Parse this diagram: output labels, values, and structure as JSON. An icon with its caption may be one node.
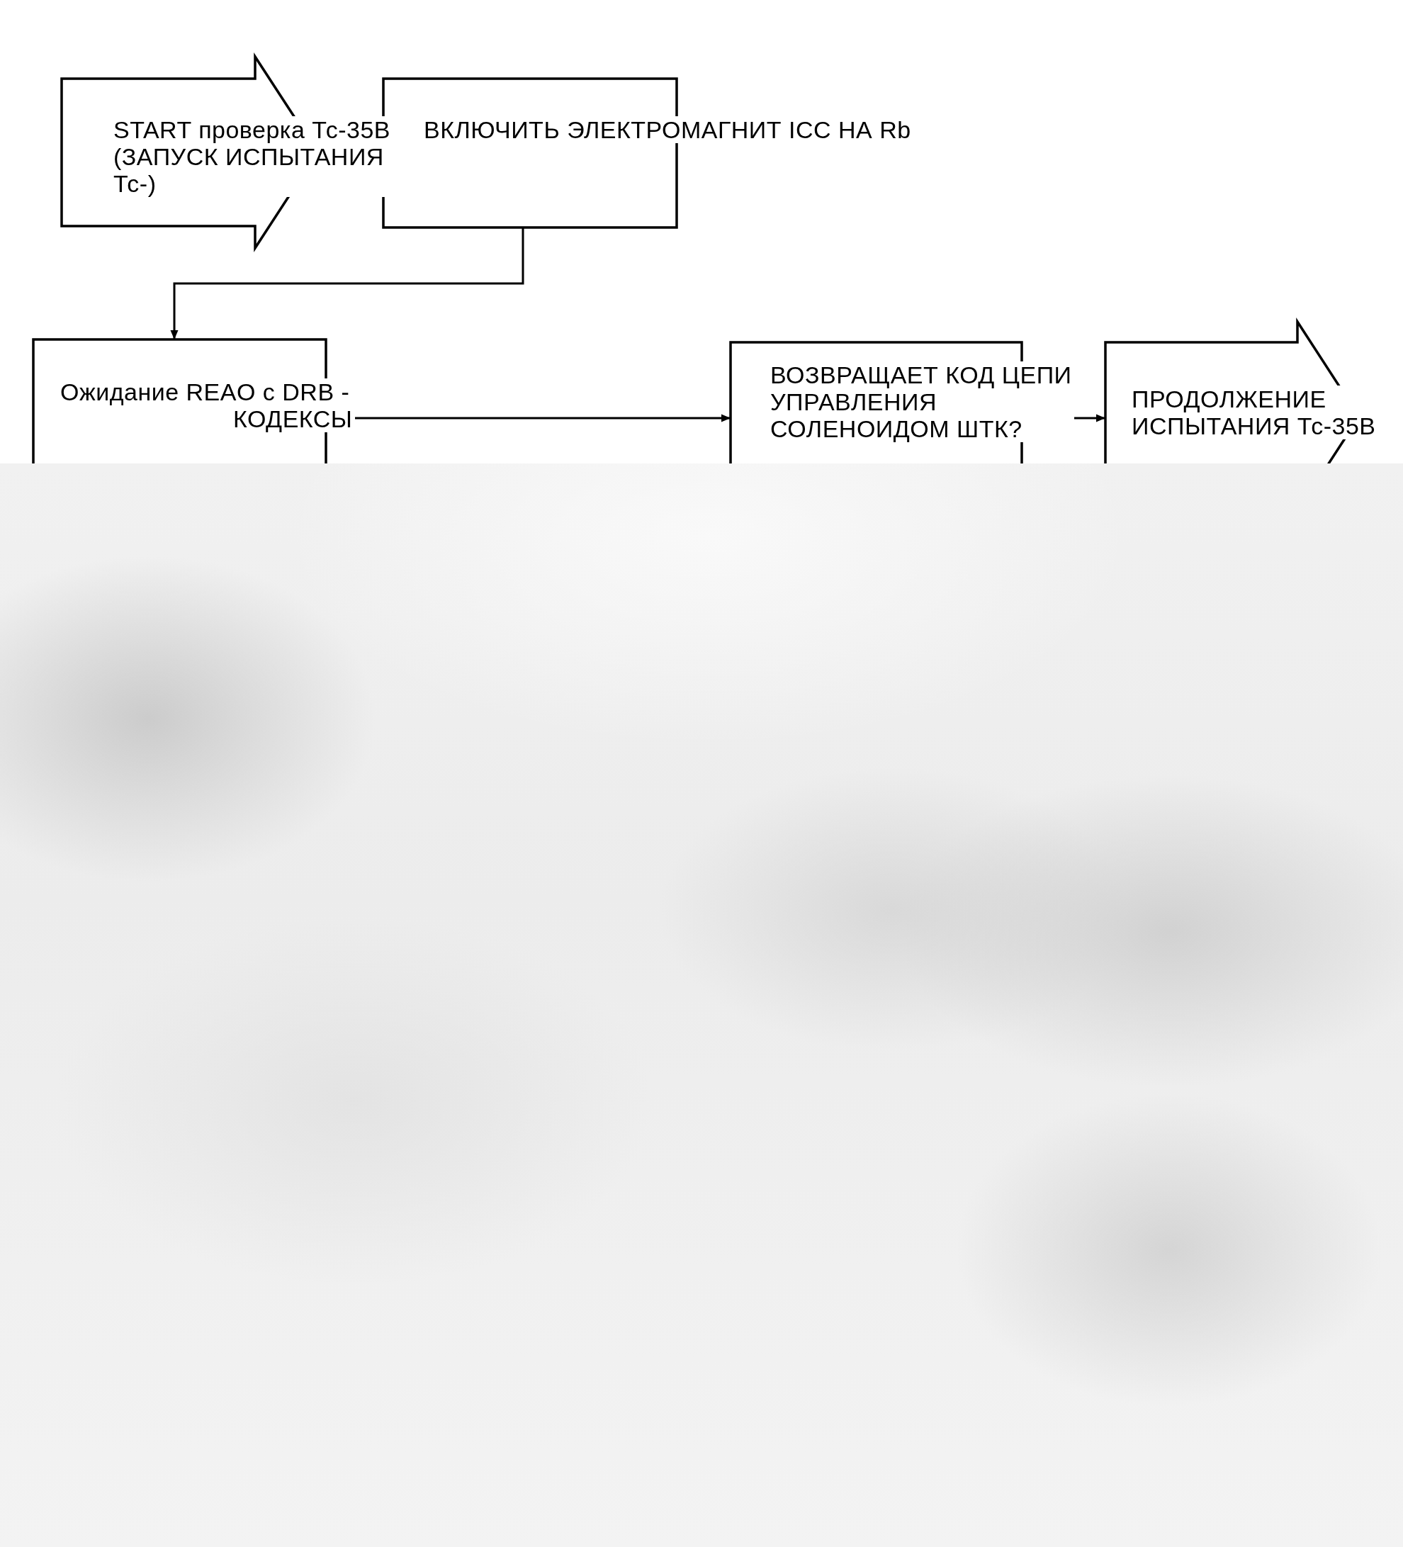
{
  "diagram": {
    "nodes": [
      {
        "text": [
          "START проверка Тс-35В (ЗАПУСК ИСПЫТАНИЯ Тс-)"
        ]
      },
      {
        "text": [
          "ВКЛЮЧИТЬ ЭЛЕКТРОМАГНИТ ICC НА Rb"
        ]
      },
      {
        "text": [
          "Ожидание REAO с DRB -",
          "КОДЕКСЫ"
        ]
      },
      {
        "text": [
          "ВОЗВРАЩАЕТ КОД ЦЕПИ УПРАВЛЕНИЯ СОЛЕНОИДОМ ШТК?"
        ]
      },
      {
        "text": [
          "ПРОДОЛЖЕНИЕ ИСПЫТАНИЯ Тс-35В"
        ]
      }
    ],
    "edges": [
      {
        "from": 1,
        "to": 2,
        "arrow": "to"
      },
      {
        "from": 2,
        "to": 3,
        "arrow": "to"
      },
      {
        "from": 3,
        "to": 4,
        "arrow": "to"
      }
    ]
  }
}
